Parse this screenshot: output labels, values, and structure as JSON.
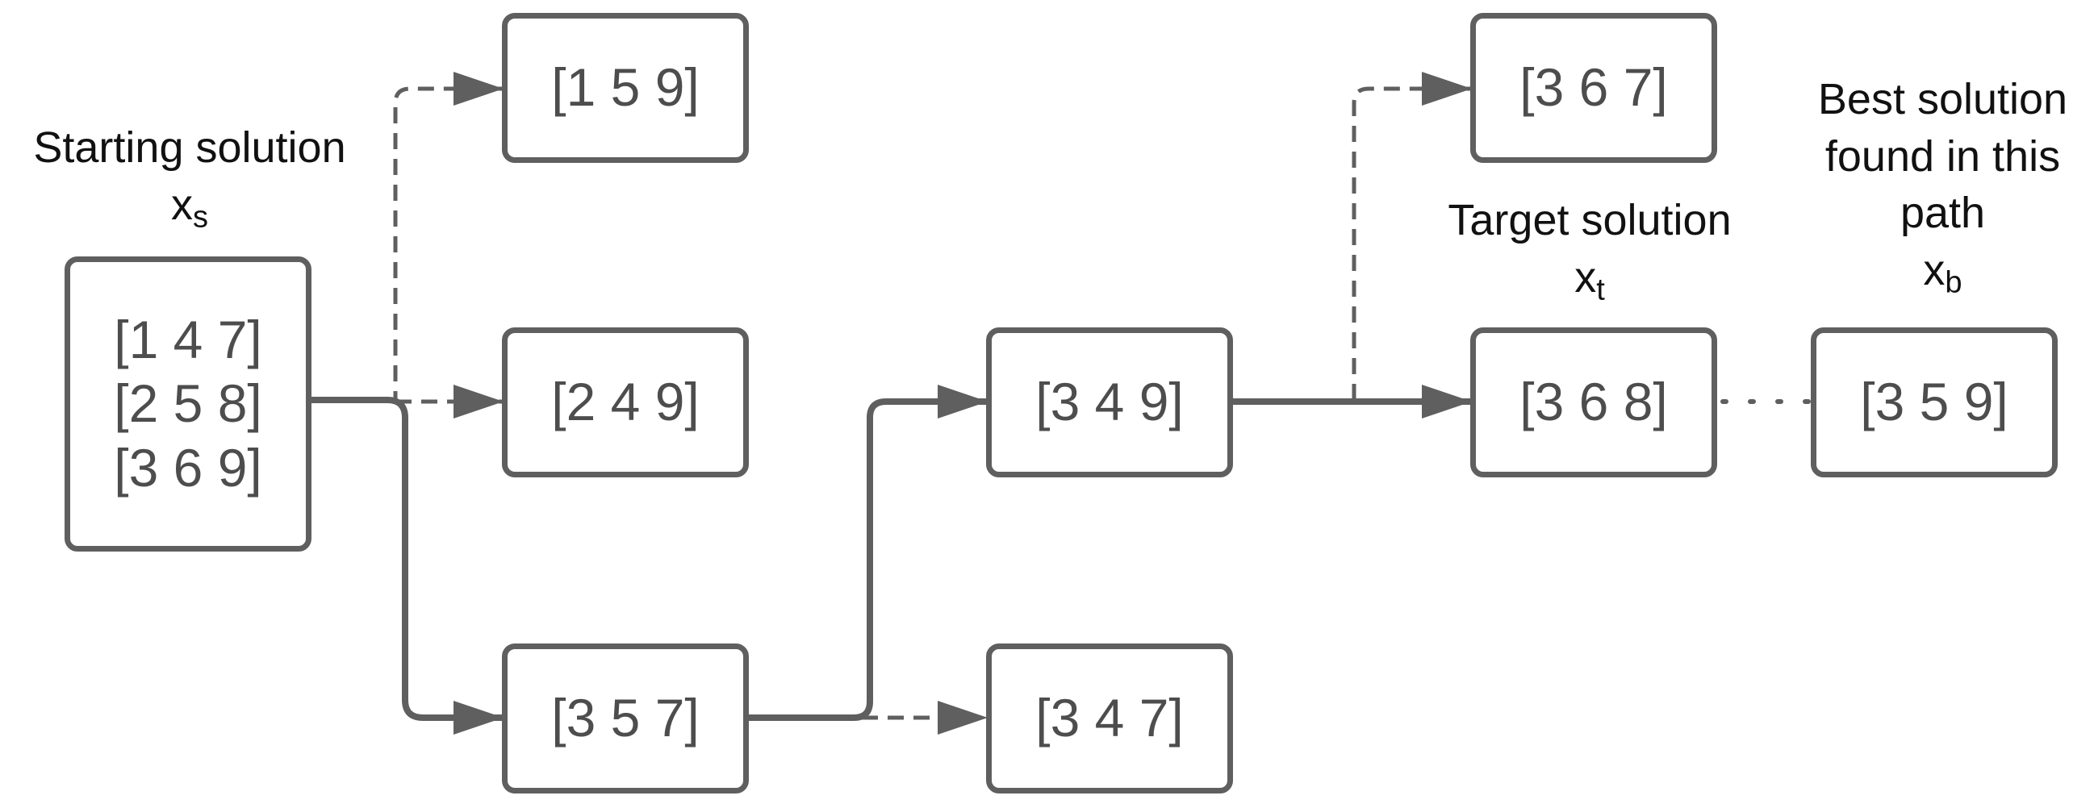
{
  "colors": {
    "box_border": "#5f5f5f",
    "box_text": "#4d4d4d",
    "edge": "#5f5f5f",
    "label_text": "#111111"
  },
  "labels": {
    "start": {
      "line1": "Starting solution",
      "symbol": "x",
      "subscript": "s"
    },
    "target": {
      "line1": "Target solution",
      "symbol": "x",
      "subscript": "t"
    },
    "best": {
      "line1": "Best solution",
      "line2": "found in this",
      "line3": "path",
      "symbol": "x",
      "subscript": "b"
    }
  },
  "nodes": {
    "start": {
      "rows": [
        "[1 4 7]",
        "[2 5 8]",
        "[3 6 9]"
      ]
    },
    "n159": {
      "text": "[1 5 9]"
    },
    "n249": {
      "text": "[2 4 9]"
    },
    "n357": {
      "text": "[3 5 7]"
    },
    "n349": {
      "text": "[3 4 9]"
    },
    "n347": {
      "text": "[3 4 7]"
    },
    "n367": {
      "text": "[3 6 7]"
    },
    "n368": {
      "text": "[3 6 8]"
    },
    "n359": {
      "text": "[3 5 9]"
    }
  },
  "edges": [
    {
      "from": "start",
      "to": "n159",
      "style": "dashed"
    },
    {
      "from": "start",
      "to": "n249",
      "style": "dashed"
    },
    {
      "from": "start",
      "to": "n357",
      "style": "solid"
    },
    {
      "from": "n357",
      "to": "n349",
      "style": "solid"
    },
    {
      "from": "n357",
      "to": "n347",
      "style": "dashed"
    },
    {
      "from": "n349",
      "to": "n367",
      "style": "dashed"
    },
    {
      "from": "n349",
      "to": "n368",
      "style": "solid"
    },
    {
      "from": "n368",
      "to": "n359",
      "style": "dotted"
    }
  ]
}
